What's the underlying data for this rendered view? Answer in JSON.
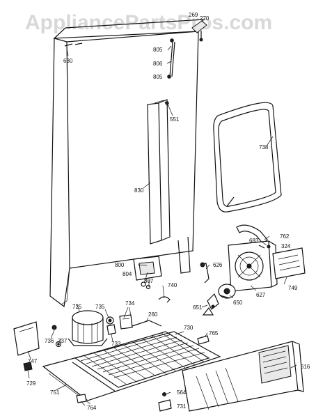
{
  "watermark": "AppliancePartsPros.com",
  "part_numbers": {
    "p630": "630",
    "p269": "269",
    "p270": "270",
    "p805a": "805",
    "p806": "806",
    "p805b": "805",
    "p551": "551",
    "p738": "738",
    "p830": "830",
    "p762": "762",
    "p683": "683",
    "p324": "324",
    "p800": "800",
    "p626": "626",
    "p749": "749",
    "p804": "804",
    "p807": "807",
    "p740": "740",
    "p627": "627",
    "p725": "725",
    "p735": "735",
    "p734": "734",
    "p650": "650",
    "p651": "651",
    "p260": "260",
    "p730": "730",
    "p765": "765",
    "p736": "736",
    "p737": "737",
    "p733": "733",
    "p747": "747",
    "p616": "616",
    "p729": "729",
    "p751": "751",
    "p564": "564",
    "p764": "764",
    "p731": "731"
  }
}
